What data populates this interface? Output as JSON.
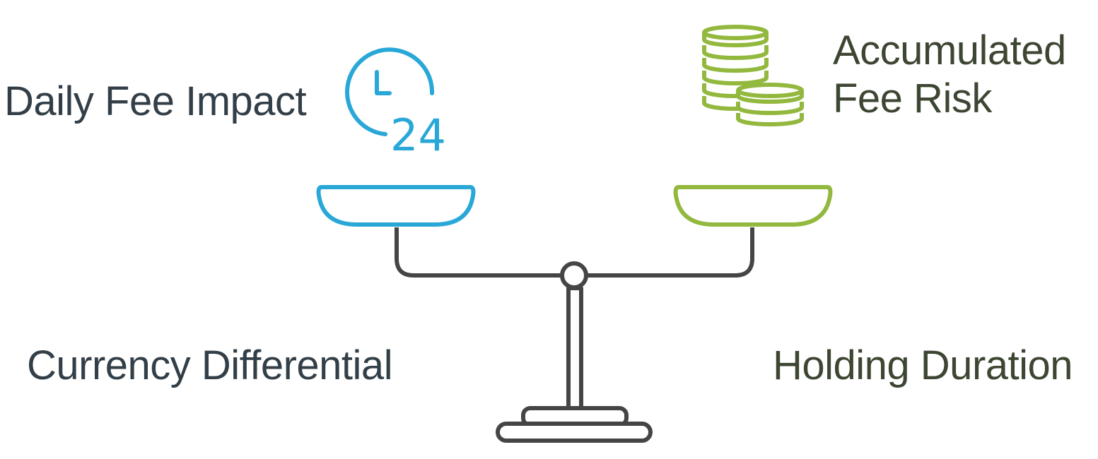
{
  "labels": {
    "daily_fee_impact": "Daily Fee Impact",
    "accumulated_fee_risk": [
      "Accumulated",
      "Fee Risk"
    ],
    "currency_differential": "Currency Differential",
    "holding_duration": "Holding Duration"
  },
  "clock_icon": {
    "name": "clock-24-icon",
    "text": "24",
    "color": "#29a8d8"
  },
  "coins_icon": {
    "name": "coin-stack-icon",
    "color": "#93b83e"
  },
  "colors": {
    "left_pan": "#29a8d8",
    "right_pan": "#93b83e",
    "scale_frame": "#454545",
    "left_text": "#333f48",
    "right_text": "#3d4632"
  }
}
